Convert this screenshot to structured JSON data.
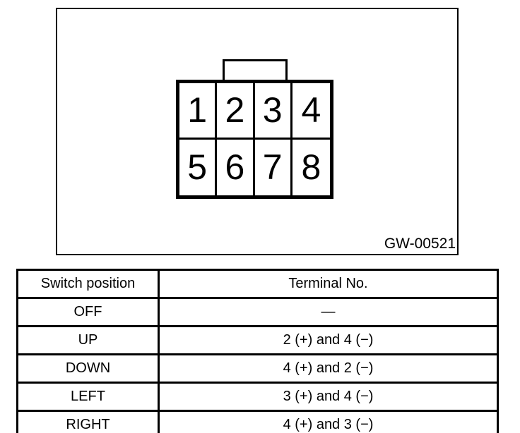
{
  "figure": {
    "code_label": "GW-00521",
    "connector": {
      "pins": [
        "1",
        "2",
        "3",
        "4",
        "5",
        "6",
        "7",
        "8"
      ]
    }
  },
  "table": {
    "headers": [
      "Switch position",
      "Terminal No."
    ],
    "rows": [
      {
        "position": "OFF",
        "terminal": "—"
      },
      {
        "position": "UP",
        "terminal": "2 (+) and 4 (−)"
      },
      {
        "position": "DOWN",
        "terminal": "4 (+) and 2 (−)"
      },
      {
        "position": "LEFT",
        "terminal": "3 (+) and 4 (−)"
      },
      {
        "position": "RIGHT",
        "terminal": "4 (+) and 3 (−)"
      }
    ]
  }
}
